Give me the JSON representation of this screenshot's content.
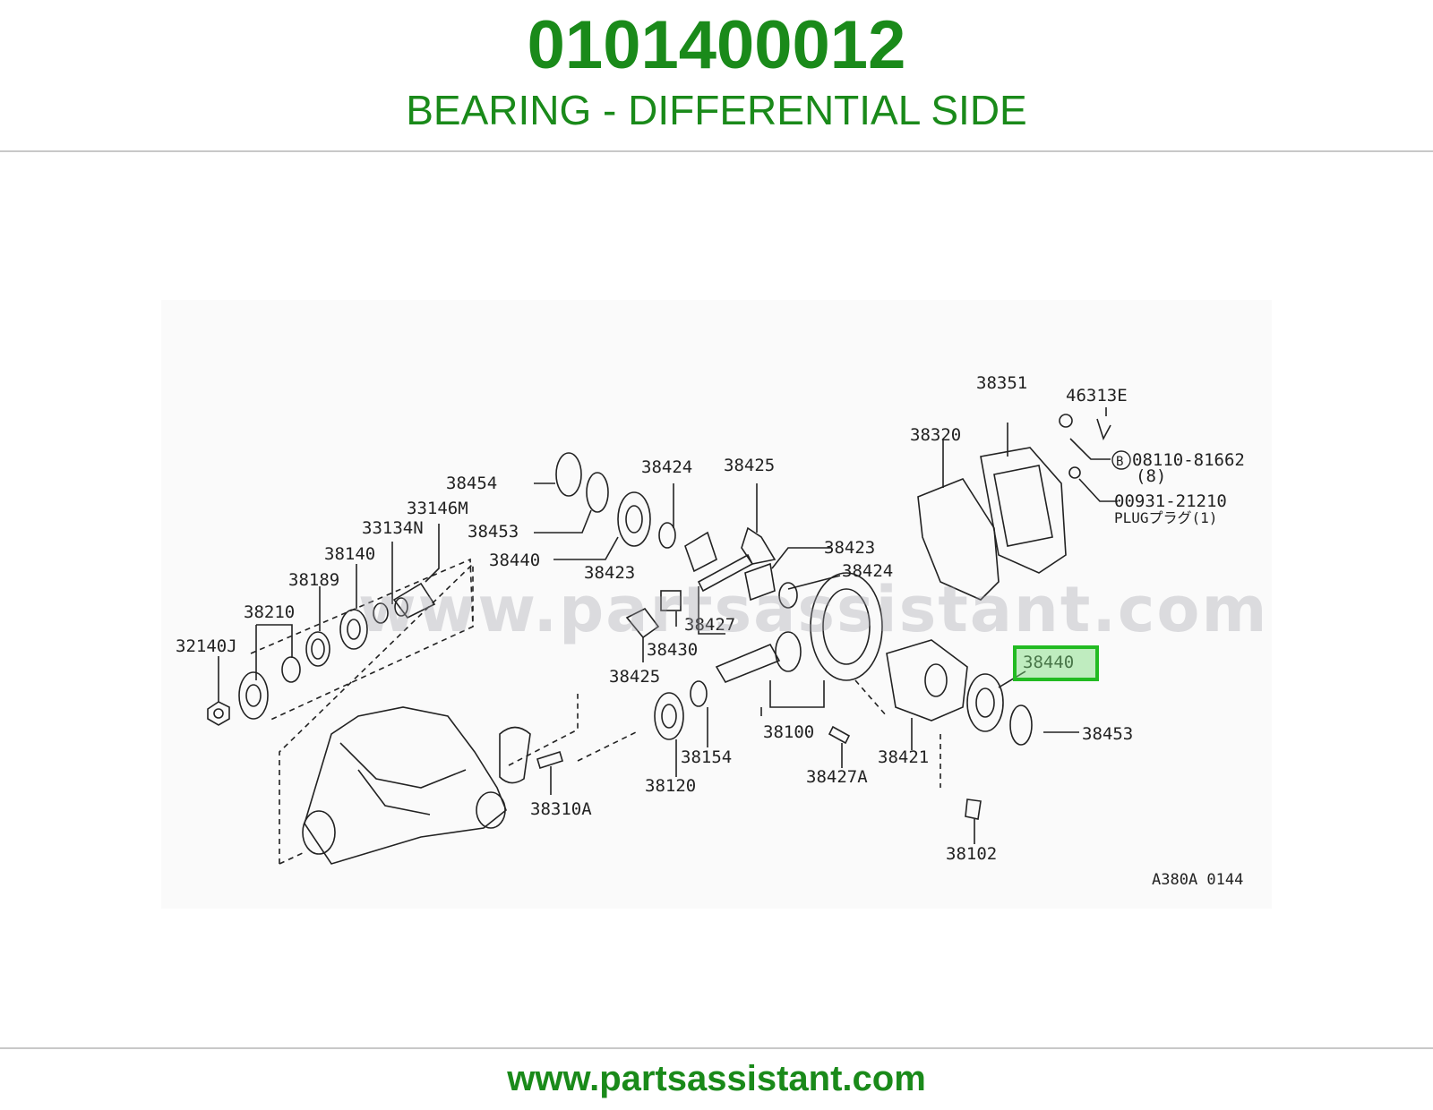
{
  "header": {
    "part_number": "0101400012",
    "description": "BEARING - DIFFERENTIAL SIDE"
  },
  "diagram": {
    "watermark": "www.partsassistant.com",
    "figure_code": "A380A 0144",
    "highlighted_callout": "38440",
    "callouts": {
      "c38351": "38351",
      "c46313E": "46313E",
      "c38320": "38320",
      "c08110": "08110-81662",
      "c08110_qty": "(8)",
      "c00931": "00931-21210",
      "c00931_note": "PLUGプラグ(1)",
      "c38454": "38454",
      "c38424a": "38424",
      "c38425a": "38425",
      "c33146M": "33146M",
      "c38453a": "38453",
      "c33134N": "33134N",
      "c38440a": "38440",
      "c38423a": "38423",
      "c38423b": "38423",
      "c38424b": "38424",
      "c38140": "38140",
      "c38189": "38189",
      "c38427": "38427",
      "c38210": "38210",
      "c38430": "38430",
      "c32140J": "32140J",
      "c38425b": "38425",
      "c38440b": "38440",
      "c38453b": "38453",
      "c38100": "38100",
      "c38154": "38154",
      "c38421": "38421",
      "c38120": "38120",
      "c38427A": "38427A",
      "c38310A": "38310A",
      "c38102": "38102"
    }
  },
  "footer": {
    "url": "www.partsassistant.com"
  },
  "colors": {
    "brand_green": "#1a8a1a",
    "highlight_green": "#22bb22"
  }
}
